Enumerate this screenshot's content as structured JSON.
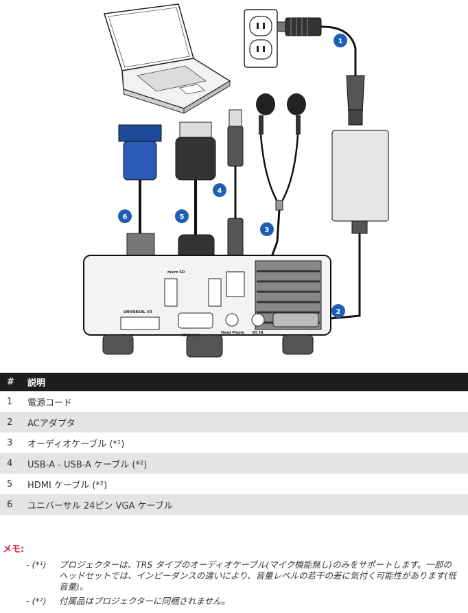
{
  "diagram": {
    "badges": [
      "1",
      "2",
      "3",
      "4",
      "5",
      "6"
    ],
    "port_labels": {
      "universal_io": "UNIVERSAL I/O",
      "hdmi_mhl": "HDMI/MHL",
      "headphone": "Head Phone",
      "dc_in": "DC IN",
      "micro_sd": "micro SD"
    }
  },
  "table": {
    "headers": [
      "#",
      "説明"
    ],
    "rows": [
      {
        "num": "1",
        "desc": "電源コード"
      },
      {
        "num": "2",
        "desc": "ACアダプタ"
      },
      {
        "num": "3",
        "desc": "オーディオケーブル (*¹)"
      },
      {
        "num": "4",
        "desc": "USB-A - USB-A ケーブル (*²)"
      },
      {
        "num": "5",
        "desc": "HDMI ケーブル (*²)"
      },
      {
        "num": "6",
        "desc": "ユニバーサル 24ピン VGA ケーブル"
      }
    ]
  },
  "memo": {
    "title": "メモ:",
    "notes": [
      {
        "key": "- (*¹)",
        "text": "プロジェクターは、TRS タイプのオーディオケーブル(マイク機能無し)のみをサポートします。一部のヘッドセットでは、インピーダンスの違いにより、音量レベルの若干の差に気付く可能性があります(低音量)。"
      },
      {
        "key": "- (*²)",
        "text": "付属品はプロジェクターに同梱されません。"
      }
    ]
  }
}
